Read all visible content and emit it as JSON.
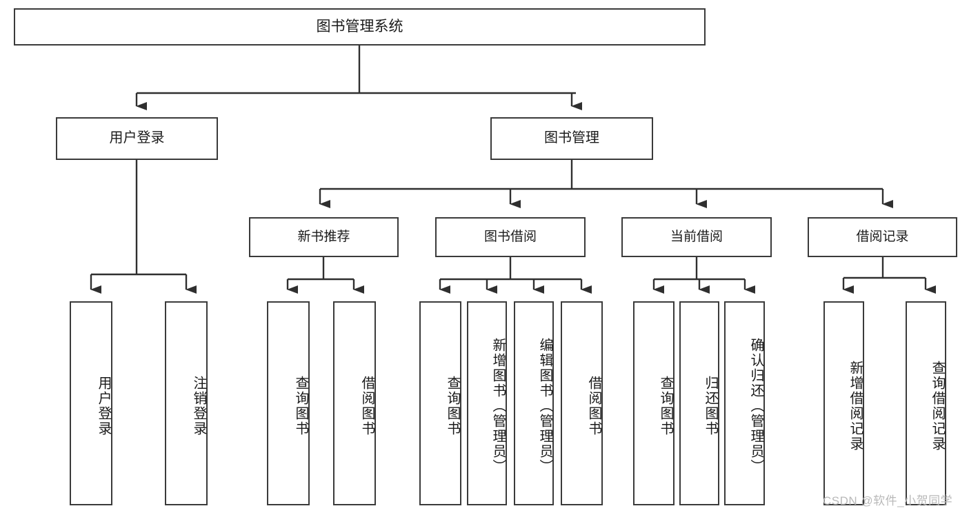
{
  "diagram": {
    "title": "图书管理系统",
    "type": "tree",
    "watermark": "CSDN @软件_小贺同学",
    "colors": {
      "box_border": "#3a3a3a",
      "box_fill": "#ffffff",
      "connector": "#2f2f2f",
      "text": "#1a1a1a",
      "watermark": "#b9b9b9"
    },
    "nodes": {
      "root": {
        "label": "图书管理系统"
      },
      "level1": [
        {
          "id": "user_login",
          "label": "用户登录"
        },
        {
          "id": "book_manage",
          "label": "图书管理"
        }
      ],
      "level2": [
        {
          "id": "new_book_rec",
          "label": "新书推荐"
        },
        {
          "id": "book_borrow",
          "label": "图书借阅"
        },
        {
          "id": "current_borrow",
          "label": "当前借阅"
        },
        {
          "id": "borrow_record",
          "label": "借阅记录"
        }
      ],
      "leaves": [
        {
          "id": "leaf_user_login",
          "label": "用户登录",
          "parent": "user_login"
        },
        {
          "id": "leaf_logout",
          "label": "注销登录",
          "parent": "user_login"
        },
        {
          "id": "leaf_query_book_1",
          "label": "查询图书",
          "parent": "new_book_rec"
        },
        {
          "id": "leaf_borrow_book_1",
          "label": "借阅图书",
          "parent": "new_book_rec"
        },
        {
          "id": "leaf_query_book_2",
          "label": "查询图书",
          "parent": "book_borrow"
        },
        {
          "id": "leaf_add_book",
          "label": "新增图书（管理员）",
          "parent": "book_borrow"
        },
        {
          "id": "leaf_edit_book",
          "label": "编辑图书（管理员）",
          "parent": "book_borrow"
        },
        {
          "id": "leaf_borrow_book_2",
          "label": "借阅图书",
          "parent": "book_borrow"
        },
        {
          "id": "leaf_query_book_3",
          "label": "查询图书",
          "parent": "current_borrow"
        },
        {
          "id": "leaf_return_book",
          "label": "归还图书",
          "parent": "current_borrow"
        },
        {
          "id": "leaf_confirm_return",
          "label": "确认归还（管理员）",
          "parent": "current_borrow"
        },
        {
          "id": "leaf_add_record",
          "label": "新增借阅记录",
          "parent": "borrow_record"
        },
        {
          "id": "leaf_query_record",
          "label": "查询借阅记录",
          "parent": "borrow_record"
        }
      ]
    }
  }
}
